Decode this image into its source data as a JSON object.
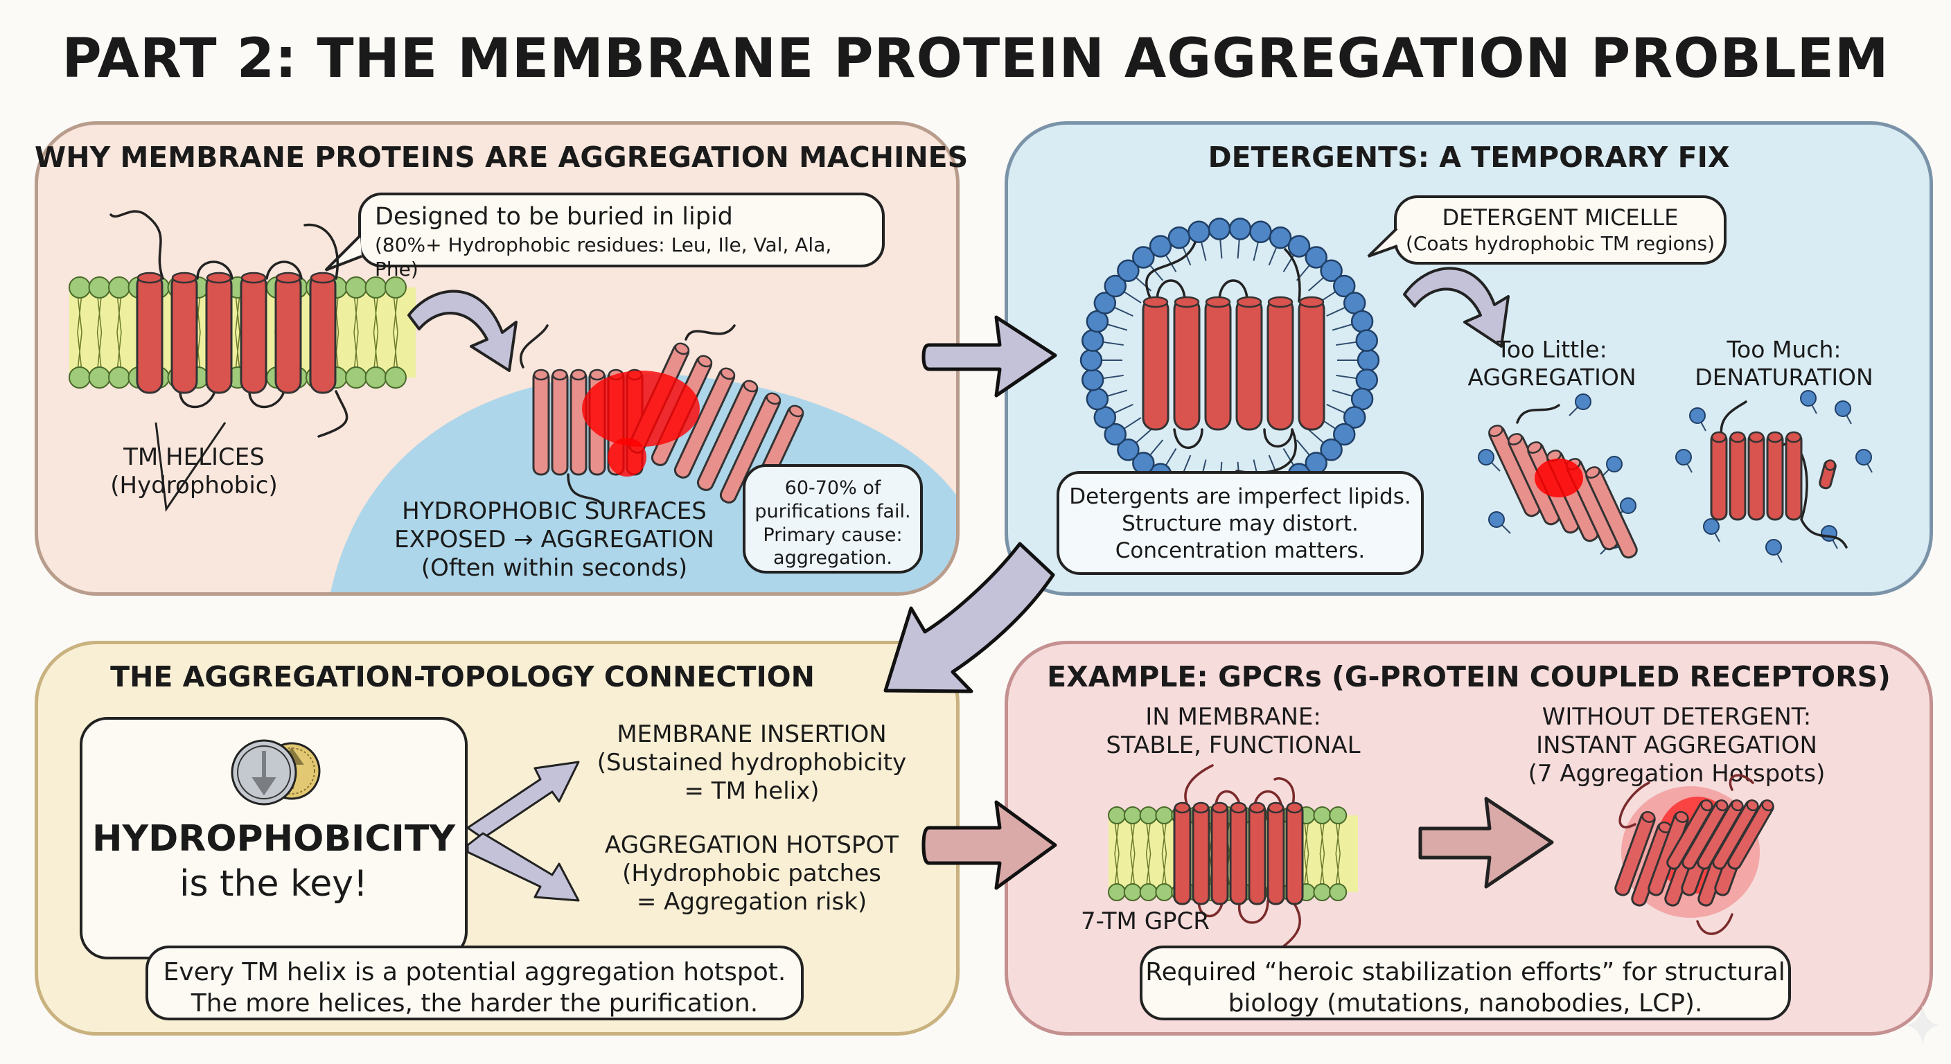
{
  "title": "PART 2: THE MEMBRANE PROTEIN AGGREGATION PROBLEM",
  "colors": {
    "background": "#fbfaf6",
    "panel_why": "#f9e6dc",
    "panel_detergents": "#d9ebf3",
    "panel_topology": "#f8efd4",
    "panel_gpcr": "#f7dcdc",
    "helix": "#d9534f",
    "aggregate_hotspot": "#ff0000",
    "lipid_head": "#9fcb7a",
    "lipid_tail": "#eef0a0",
    "detergent_head": "#4f86c6",
    "flow_arrow": "#c4c2d8",
    "gpcr_arrow": "#d9aaa8"
  },
  "panels": {
    "why": {
      "title": "WHY MEMBRANE PROTEINS ARE AGGREGATION MACHINES",
      "bubble_line1": "Designed to be buried in lipid",
      "bubble_line2": "(80%+ Hydrophobic residues: Leu, Ile, Val, Ala, Phe)",
      "tm_label_line1": "TM HELICES",
      "tm_label_line2": "(Hydrophobic)",
      "exposed_line1": "HYDROPHOBIC SURFACES",
      "exposed_line2": "EXPOSED → AGGREGATION",
      "exposed_line3": "(Often within seconds)",
      "stat_line1": "60-70% of",
      "stat_line2": "purifications fail.",
      "stat_line3": "Primary cause:",
      "stat_line4": "aggregation."
    },
    "detergents": {
      "title": "DETERGENTS: A TEMPORARY FIX",
      "micelle_line1": "DETERGENT MICELLE",
      "micelle_line2": "(Coats hydrophobic TM regions)",
      "too_little_line1": "Too Little:",
      "too_little_line2": "AGGREGATION",
      "too_much_line1": "Too Much:",
      "too_much_line2": "DENATURATION",
      "note_line1": "Detergents are imperfect lipids.",
      "note_line2": "Structure may distort.",
      "note_line3": "Concentration matters."
    },
    "topology": {
      "title": "THE AGGREGATION-TOPOLOGY CONNECTION",
      "key_line1": "HYDROPHOBICITY",
      "key_line2": "is the key!",
      "insertion_line1": "MEMBRANE INSERTION",
      "insertion_line2": "(Sustained hydrophobicity",
      "insertion_line3": "= TM helix)",
      "hotspot_line1": "AGGREGATION HOTSPOT",
      "hotspot_line2": "(Hydrophobic patches",
      "hotspot_line3": "= Aggregation risk)",
      "note_line1": "Every TM helix is a potential aggregation hotspot.",
      "note_line2": "The more helices, the harder the purification."
    },
    "gpcr": {
      "title": "EXAMPLE: GPCRs (G-PROTEIN COUPLED RECEPTORS)",
      "membrane_line1": "IN MEMBRANE:",
      "membrane_line2": "STABLE, FUNCTIONAL",
      "gpcr_label": "7-TM GPCR",
      "without_line1": "WITHOUT DETERGENT:",
      "without_line2": "INSTANT AGGREGATION",
      "without_line3": "(7 Aggregation Hotspots)",
      "note_line1": "Required “heroic stabilization efforts” for structural",
      "note_line2": "biology (mutations, nanobodies, LCP)."
    }
  },
  "icons": {
    "coins": "hydrophobicity-coin-icon",
    "sparkle": "sparkle-icon"
  },
  "helix_counts": {
    "why_membrane": 6,
    "micelle": 6,
    "gpcr": 7
  }
}
